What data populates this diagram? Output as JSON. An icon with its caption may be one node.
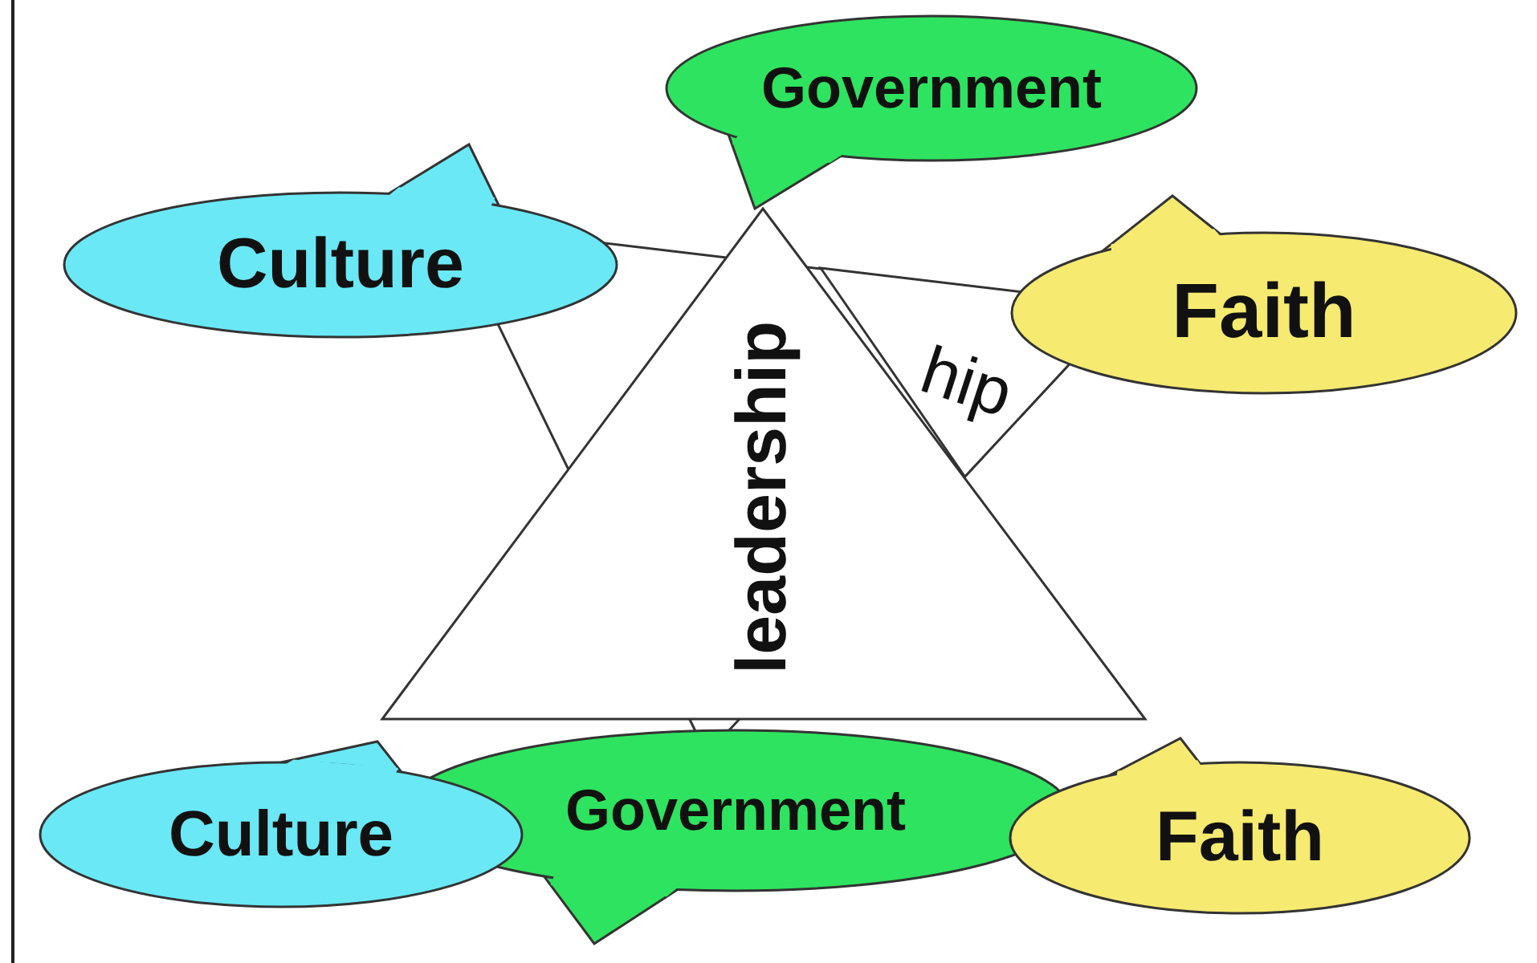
{
  "diagram": {
    "nodes": [
      {
        "text": [
          "Government"
        ]
      },
      {
        "text": [
          "Culture"
        ]
      },
      {
        "text": [
          "Faith"
        ]
      },
      {
        "text": [
          "hip"
        ]
      },
      {
        "text": [
          "leadership"
        ]
      },
      {
        "text": [
          "Culture"
        ]
      },
      {
        "text": [
          "Government"
        ]
      },
      {
        "text": [
          "Faith"
        ]
      }
    ]
  }
}
